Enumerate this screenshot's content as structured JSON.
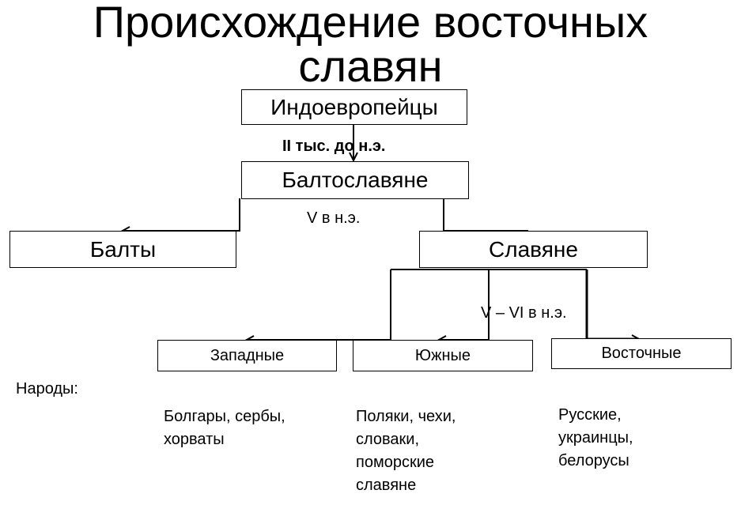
{
  "title": {
    "line1": "Происхождение восточных",
    "line2": "славян"
  },
  "nodes": {
    "indo": "Индоевропейцы",
    "baltoslav": "Балтославяне",
    "balts": "Балты",
    "slavs": "Славяне",
    "west": "Западные",
    "south": "Южные",
    "east": "Восточные"
  },
  "edge_labels": {
    "indo_to_baltoslav": "II тыс. до н.э.",
    "baltoslav_split": "V в н.э.",
    "slavs_split": "V – VI в н.э."
  },
  "peoples": {
    "label": "Народы:",
    "west": "Болгары, сербы,\nхорваты",
    "south": "Поляки, чехи,\nсловаки,\nпоморские\nславяне",
    "east": "Русские,\nукраинцы,\nбелорусы"
  }
}
